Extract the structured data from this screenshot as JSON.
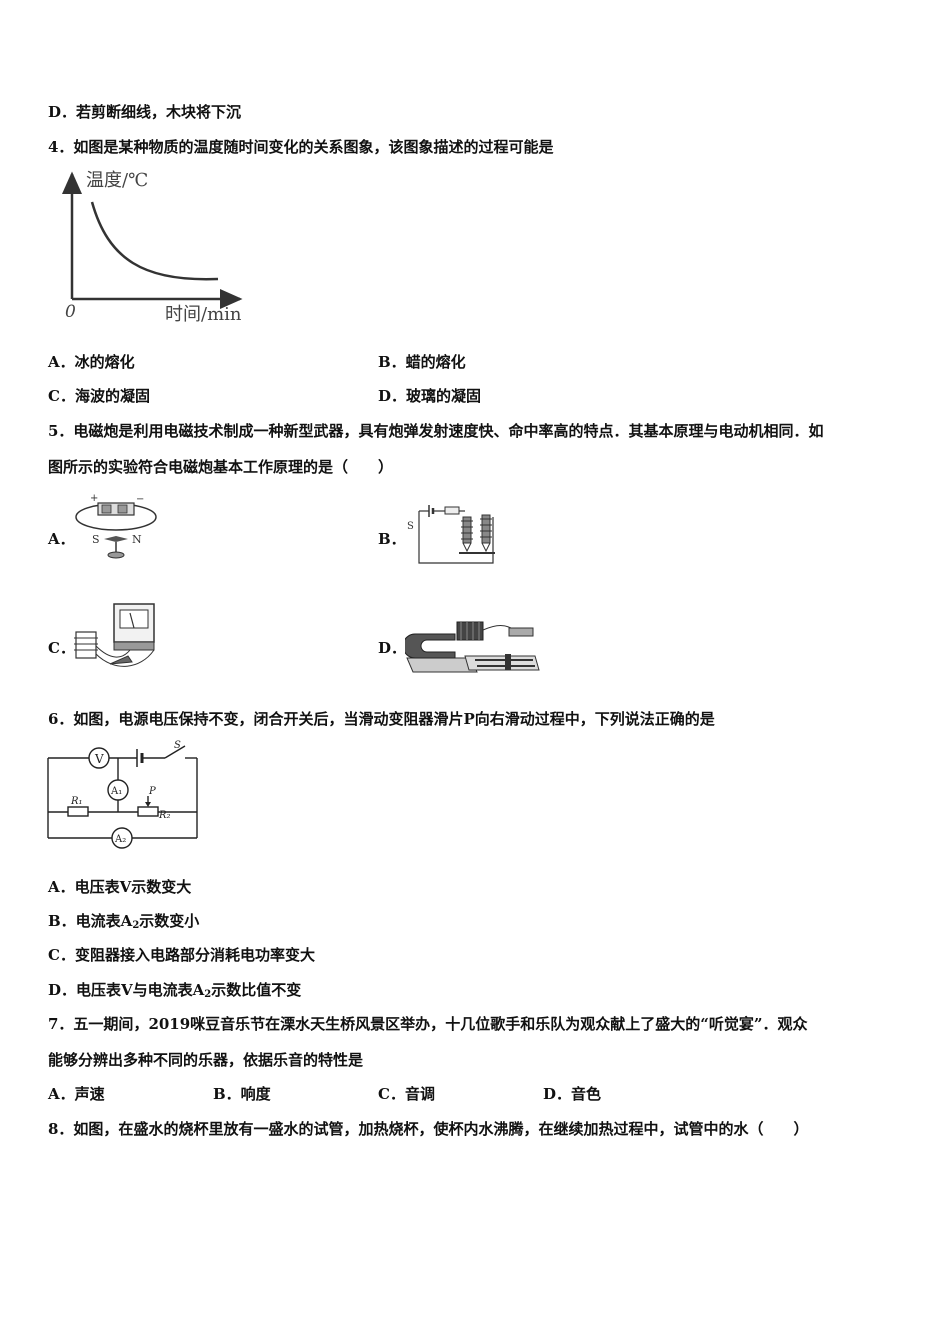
{
  "q3": {
    "optD": "D．若剪断细线，木块将下沉"
  },
  "q4": {
    "stem": "4．如图是某种物质的温度随时间变化的关系图象，该图象描述的过程可能是",
    "graph": {
      "ylabel": "温度/℃",
      "xlabel": "时间/min",
      "origin": "0"
    },
    "optA": "A．冰的熔化",
    "optB": "B．蜡的熔化",
    "optC": "C．海波的凝固",
    "optD": "D．玻璃的凝固"
  },
  "q5": {
    "stem1": "5．电磁炮是利用电磁技术制成一种新型武器，具有炮弹发射速度快、命中率高的特点．其基本原理与电动机相同．如",
    "stem2": "图所示的实验符合电磁炮基本工作原理的是（　　）",
    "optA": "A．",
    "optB": "B．",
    "optC": "C．",
    "optD": "D．",
    "figA": {
      "s": "S",
      "n": "N",
      "plus": "+",
      "minus": "−"
    },
    "figB": {
      "s": "S"
    }
  },
  "q6": {
    "stem": "6．如图，电源电压保持不变，闭合开关后，当滑动变阻器滑片P向右滑动过程中，下列说法正确的是",
    "circuit": {
      "v": "V",
      "a1": "A₁",
      "a2": "A₂",
      "r1": "R₁",
      "r2": "R₂",
      "p": "P",
      "s": "S"
    },
    "optA": "A．电压表V示数变大",
    "optB_pre": "B．电流表A",
    "optB_sub": "2",
    "optB_post": "示数变小",
    "optC": "C．变阻器接入电路部分消耗电功率变大",
    "optD_pre": "D．电压表V与电流表A",
    "optD_sub": "2",
    "optD_post": "示数比值不变"
  },
  "q7": {
    "stem1": "7．五一期间，2019咪豆音乐节在溧水天生桥风景区举办，十几位歌手和乐队为观众献上了盛大的“听觉宴”．观众",
    "stem2": "能够分辨出多种不同的乐器，依据乐音的特性是",
    "optA": "A．声速",
    "optB": "B．响度",
    "optC": "C．音调",
    "optD": "D．音色"
  },
  "q8": {
    "stem": "8．如图，在盛水的烧杯里放有一盛水的试管，加热烧杯，使杯内水沸腾，在继续加热过程中，试管中的水（　　）"
  }
}
